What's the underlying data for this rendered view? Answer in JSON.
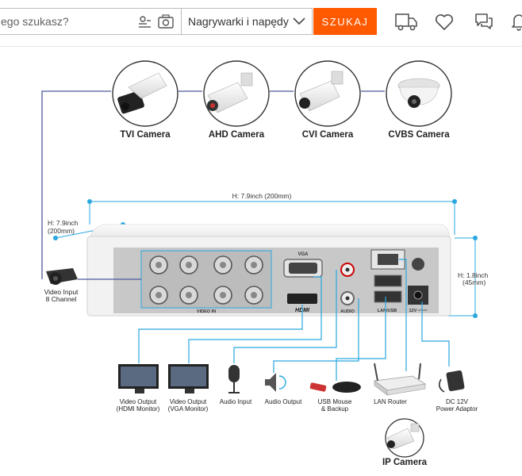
{
  "header": {
    "search_text": "ego szukasz?",
    "category_value": "Nagrywarki i napędy",
    "search_button": "SZUKAJ",
    "icons": [
      "image-search-icon",
      "camera-icon",
      "delivery-truck-icon",
      "heart-icon",
      "messages-icon",
      "bell-icon"
    ]
  },
  "diagram": {
    "cameras": [
      "TVI Camera",
      "AHD Camera",
      "CVI Camera",
      "CVBS Camera"
    ],
    "width_dim": "H: 7.9inch (200mm)",
    "depth_dim_1": "H: 7.9inch",
    "depth_dim_2": "(200mm)",
    "height_dim_1": "H: 1.8inch",
    "height_dim_2": "(45mm)",
    "video_input_1": "Video Input",
    "video_input_2": "8 Channel",
    "port_labels": {
      "vga": "VGA",
      "video_in": "VIDEO IN",
      "hdmi": "HDMI",
      "audio": "AUDIO",
      "lan_usb": "LAN/USB",
      "power": "12V ═══"
    },
    "peripherals": [
      {
        "line1": "Video Output",
        "line2": "(HDMI Monitor)"
      },
      {
        "line1": "Video Output",
        "line2": "(VGA Monitor)"
      },
      {
        "line1": "Audio Input",
        "line2": ""
      },
      {
        "line1": "Audio Output",
        "line2": ""
      },
      {
        "line1": "USB Mouse",
        "line2": "& Backup"
      },
      {
        "line1": "LAN Router",
        "line2": ""
      },
      {
        "line1": "DC 12V",
        "line2": "Power Adaptor"
      }
    ],
    "ip_camera": "IP Camera",
    "colors": {
      "line": "#4a5a9a",
      "dim": "#2aa7e0",
      "accent": "#ff5a00"
    }
  }
}
